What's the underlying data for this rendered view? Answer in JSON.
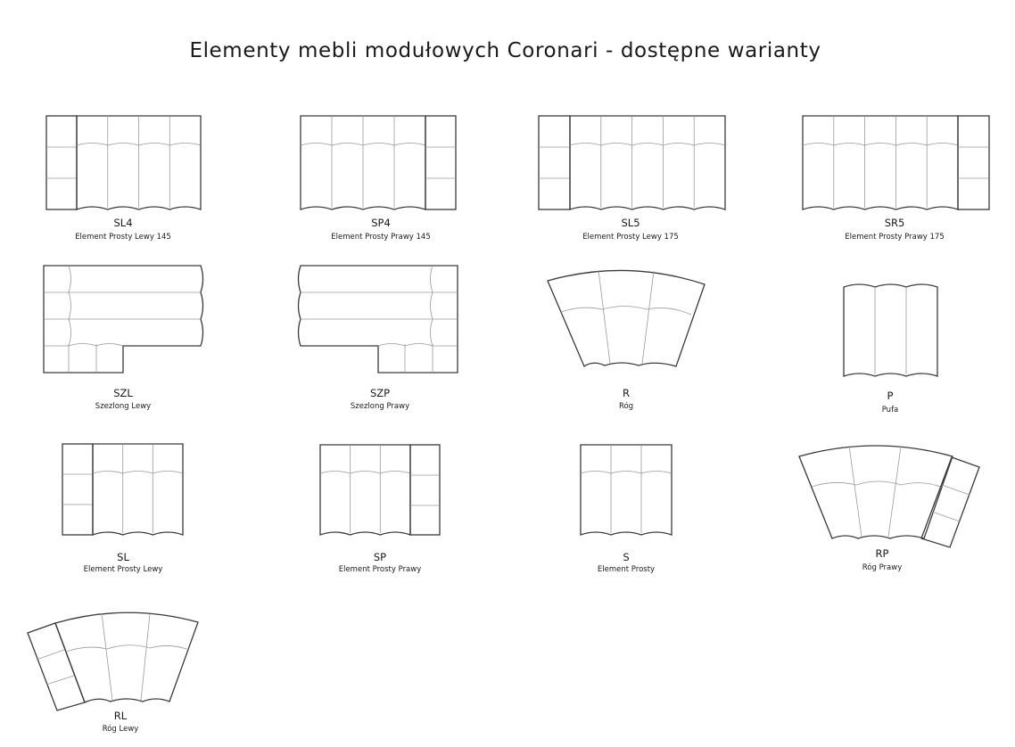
{
  "title": "Elementy mebli modułowych Coronari - dostępne warianty",
  "elements": [
    {
      "code": "SL4",
      "name": "Element Prosty Lewy 145"
    },
    {
      "code": "SP4",
      "name": "Element Prosty Prawy 145"
    },
    {
      "code": "SL5",
      "name": "Element Prosty Lewy 175"
    },
    {
      "code": "SR5",
      "name": "Element Prosty Prawy 175"
    },
    {
      "code": "SZL",
      "name": "Szezlong Lewy"
    },
    {
      "code": "SZP",
      "name": "Szezlong Prawy"
    },
    {
      "code": "R",
      "name": "Róg"
    },
    {
      "code": "P",
      "name": "Pufa"
    },
    {
      "code": "SL",
      "name": "Element Prosty Lewy"
    },
    {
      "code": "SP",
      "name": "Element Prosty Prawy"
    },
    {
      "code": "S",
      "name": "Element Prosty"
    },
    {
      "code": "RP",
      "name": "Róg Prawy"
    },
    {
      "code": "RL",
      "name": "Róg Lewy"
    }
  ],
  "colors": {
    "line": "#3a3a3a",
    "seam": "#9a9a9a",
    "background": "#ffffff"
  }
}
